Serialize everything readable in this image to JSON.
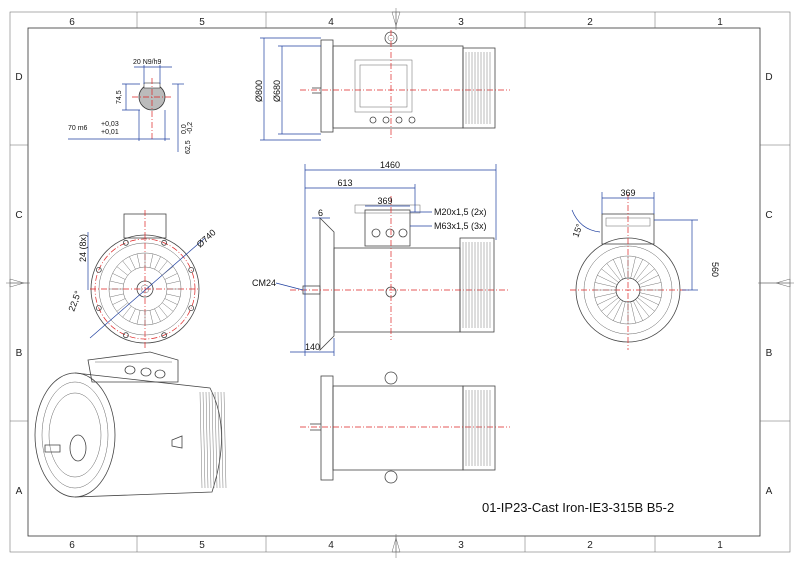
{
  "drawing": {
    "title": "01-IP23-Cast Iron-IE3-315B B5-2",
    "zones_top": [
      "6",
      "5",
      "4",
      "3",
      "2",
      "1"
    ],
    "zones_side": [
      "D",
      "C",
      "B",
      "A"
    ]
  },
  "shaft_detail": {
    "key_width": "20 N9/h9",
    "key_height": "74,5",
    "shaft_dia": "70 m6",
    "tol_upper": "+0,03",
    "tol_lower": "+0,01",
    "depth": "62,5",
    "depth_tol_upper": "0,0",
    "depth_tol_lower": "-0,2"
  },
  "top_view": {
    "dia_outer": "Ø800",
    "dia_inner": "Ø680"
  },
  "side_view": {
    "length": "1460",
    "box_pos": "613",
    "box_width": "369",
    "cable_gland_1": "M20x1,5 (2x)",
    "cable_gland_2": "M63x1,5 (3x)",
    "flange": "6",
    "shaft_len": "140",
    "center": "CM24"
  },
  "flange_view": {
    "holes": "24 (8x)",
    "pcd": "Ø740",
    "angle": "22,5°"
  },
  "end_view": {
    "box_width": "369",
    "angle": "15°",
    "height": "560"
  }
}
